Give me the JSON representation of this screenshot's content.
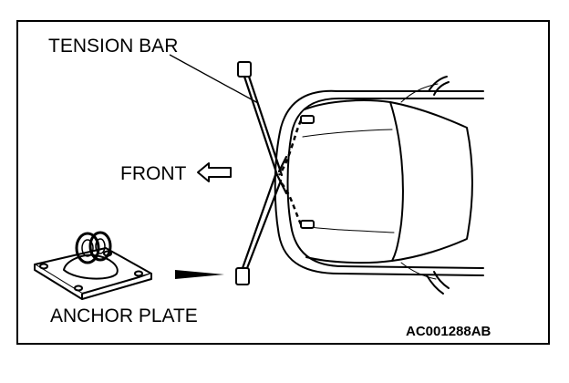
{
  "labels": {
    "tension_bar": "TENSION BAR",
    "front": "FRONT",
    "anchor_plate": "ANCHOR PLATE",
    "figure_code": "AC001288AB"
  },
  "colors": {
    "line": "#000000",
    "background": "#ffffff"
  },
  "icons": {
    "front_arrow": "outline-left-arrow",
    "anchor_plate": "anchor-plate-with-ring",
    "car": "car-front-top-view",
    "pointer": "filled-wedge-pointer"
  }
}
